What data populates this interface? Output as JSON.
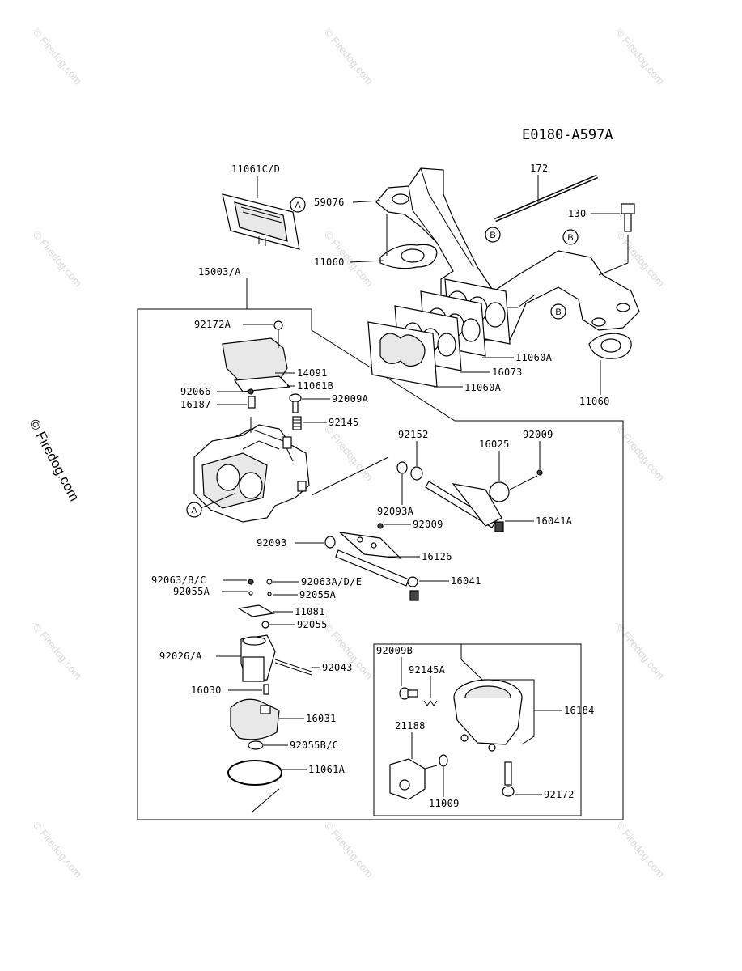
{
  "diagram_code": "E0180-A597A",
  "watermark": {
    "text": "Firedog.com",
    "side_text": "© Firedog.com",
    "copyright_glyph": "©"
  },
  "refs": {
    "a": "A",
    "b": "B"
  },
  "parts": {
    "p11061CD": "11061C/D",
    "p59076": "59076",
    "p11060_left": "11060",
    "p172": "172",
    "p130": "130",
    "p15003A": "15003/A",
    "p92172A": "92172A",
    "p14091": "14091",
    "p11061B": "11061B",
    "p92066": "92066",
    "p92009A": "92009A",
    "p16187": "16187",
    "p92145": "92145",
    "p11060A_upper": "11060A",
    "p16073": "16073",
    "p11060A_lower": "11060A",
    "p11060_right": "11060",
    "p92152": "92152",
    "p16025": "16025",
    "p92009_top": "92009",
    "p16041A": "16041A",
    "p92093A": "92093A",
    "p92009_mid": "92009",
    "p92093": "92093",
    "p16126": "16126",
    "p92063BC": "92063/B/C",
    "p92063ADE": "92063A/D/E",
    "p16041": "16041",
    "p92055A_left": "92055A",
    "p92055A_right": "92055A",
    "p11081": "11081",
    "p92055": "92055",
    "p92026A": "92026/A",
    "p92043": "92043",
    "p16030": "16030",
    "p16031": "16031",
    "p92055BC": "92055B/C",
    "p11061A": "11061A",
    "p92009B": "92009B",
    "p92145A": "92145A",
    "p21188": "21188",
    "p16184": "16184",
    "p11009": "11009",
    "p92172": "92172"
  }
}
